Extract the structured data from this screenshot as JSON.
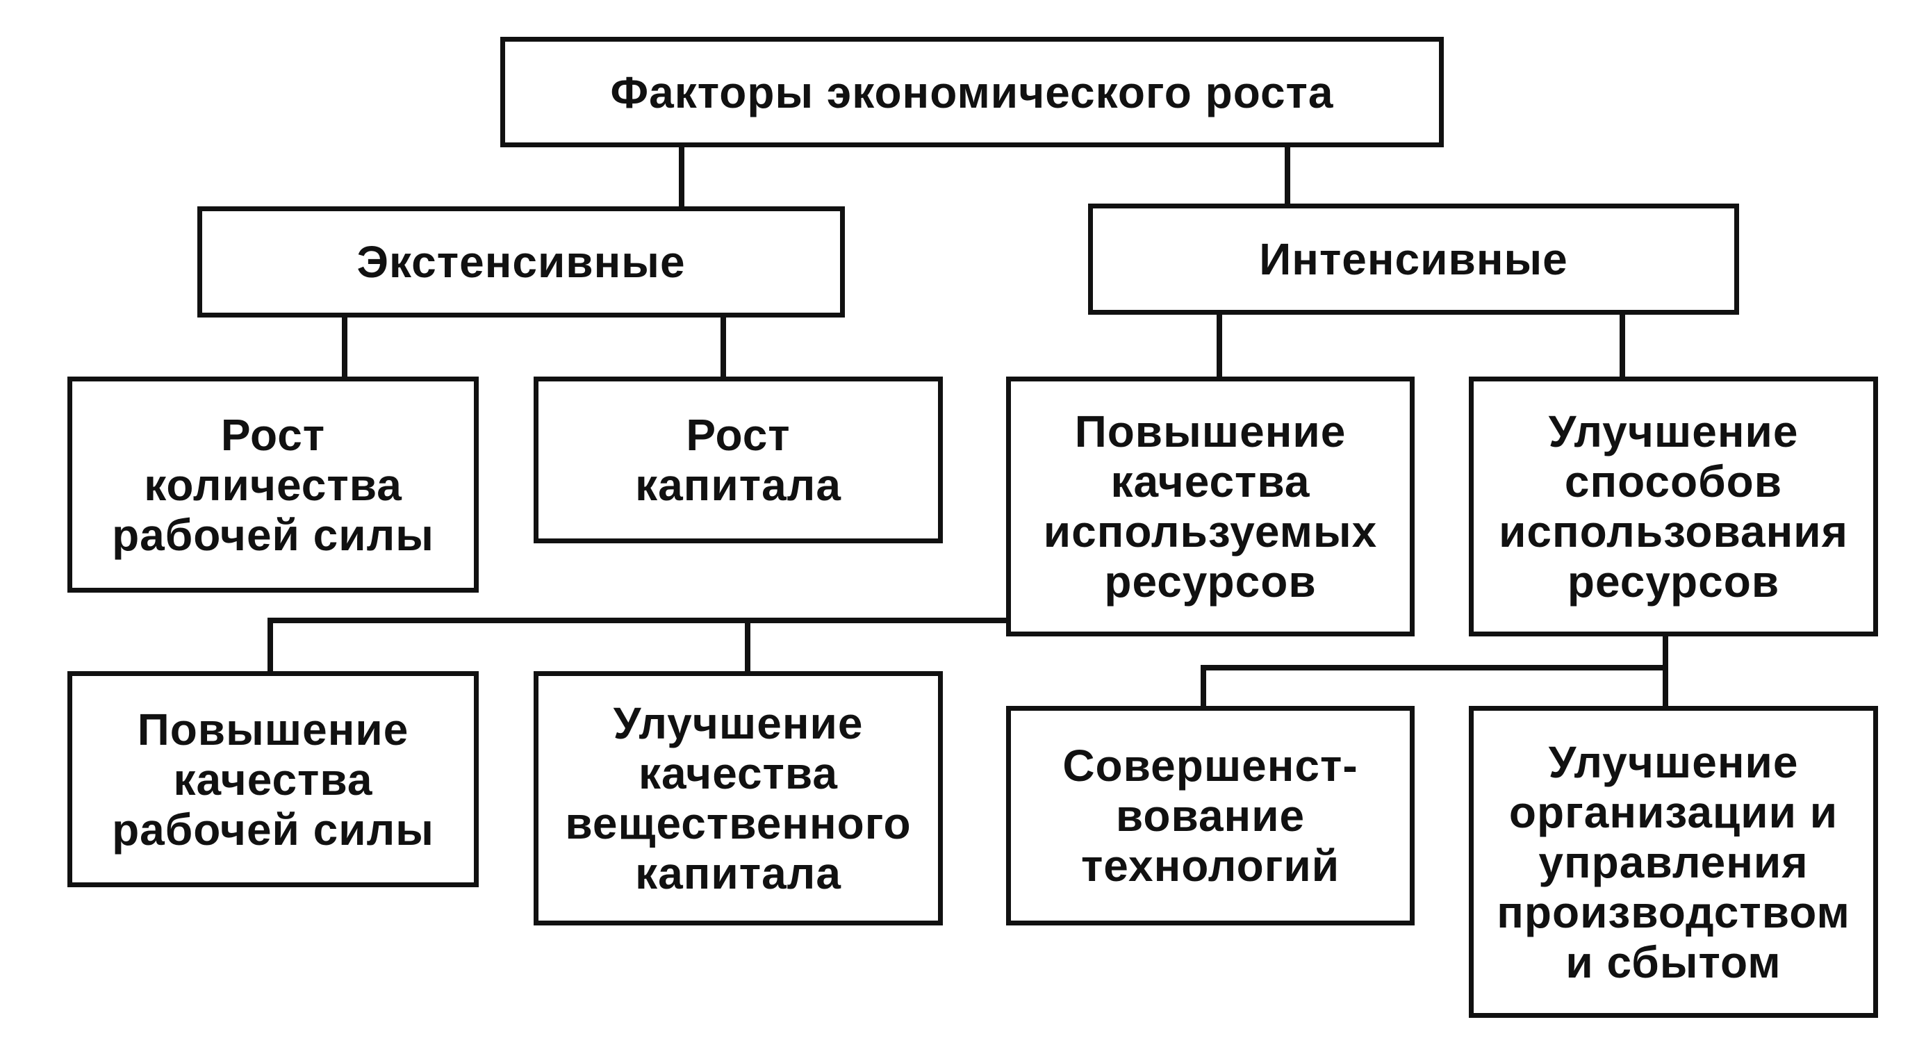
{
  "diagram": {
    "root": {
      "label": "Факторы  экономического  роста"
    },
    "extensive": {
      "label": "Экстенсивные"
    },
    "intensive": {
      "label": "Интенсивные"
    },
    "labor_growth": {
      "label": "Рост\nколичества\nрабочей  силы"
    },
    "capital_growth": {
      "label": "Рост\nкапитала"
    },
    "resource_quality": {
      "label": "Повышение\nкачества\nиспользуемых\nресурсов"
    },
    "resource_methods": {
      "label": "Улучшение\nспособов\nиспользования\nресурсов"
    },
    "labor_quality": {
      "label": "Повышение\nкачества\nрабочей  силы"
    },
    "capital_quality": {
      "label": "Улучшение\nкачества\nвещественного\nкапитала"
    },
    "technology": {
      "label": "Совершенст-\nвование\nтехнологий"
    },
    "organization": {
      "label": "Улучшение\nорганизации  и\nуправления\nпроизводством\nи  сбытом"
    }
  }
}
